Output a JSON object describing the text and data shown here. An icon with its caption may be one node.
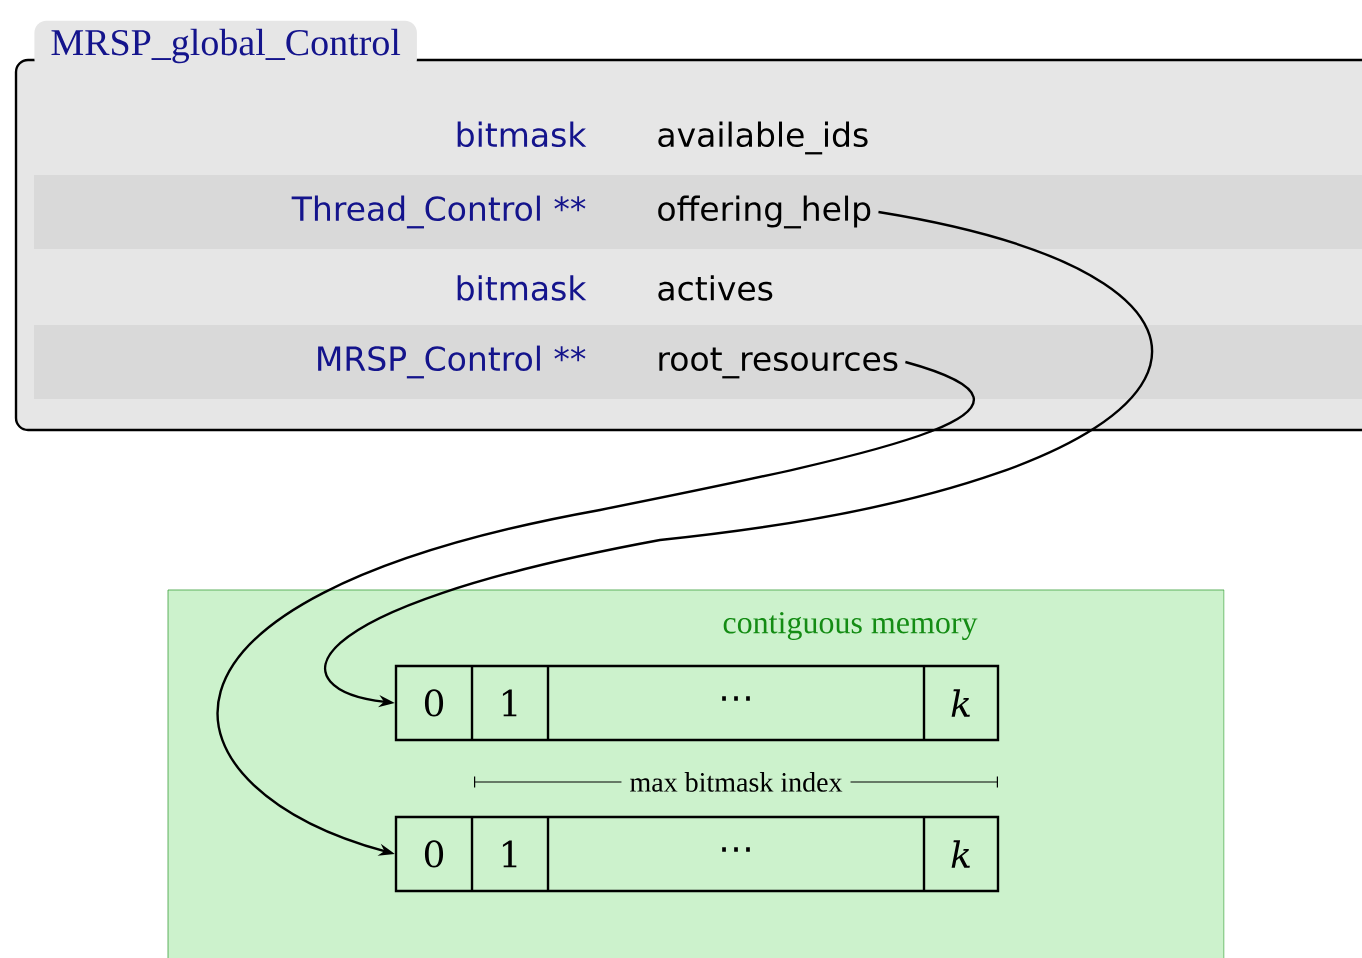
{
  "diagram": {
    "nodes": [
      {
        "text": [
          "MRSP_global_Control"
        ]
      },
      {
        "text": [
          "bitmask",
          "available_ids"
        ],
        "in": 0
      },
      {
        "text": [
          "Thread_Control **",
          "offering_help"
        ],
        "in": 0
      },
      {
        "text": [
          "bitmask",
          "actives"
        ],
        "in": 0
      },
      {
        "text": [
          "MRSP_Control **",
          "root_resources"
        ],
        "in": 0
      },
      {
        "text": [
          "contiguous memory"
        ]
      },
      {
        "text": [
          "0",
          "1",
          "⋯",
          "k"
        ],
        "in": 5
      },
      {
        "text": [
          "0",
          "1",
          "⋯",
          "k"
        ],
        "in": 5
      }
    ],
    "edges": [
      {
        "from": 2,
        "to": 6,
        "arrow": "to"
      },
      {
        "from": 4,
        "to": 7,
        "arrow": "to"
      }
    ],
    "labels": [
      "max bitmask index"
    ]
  }
}
